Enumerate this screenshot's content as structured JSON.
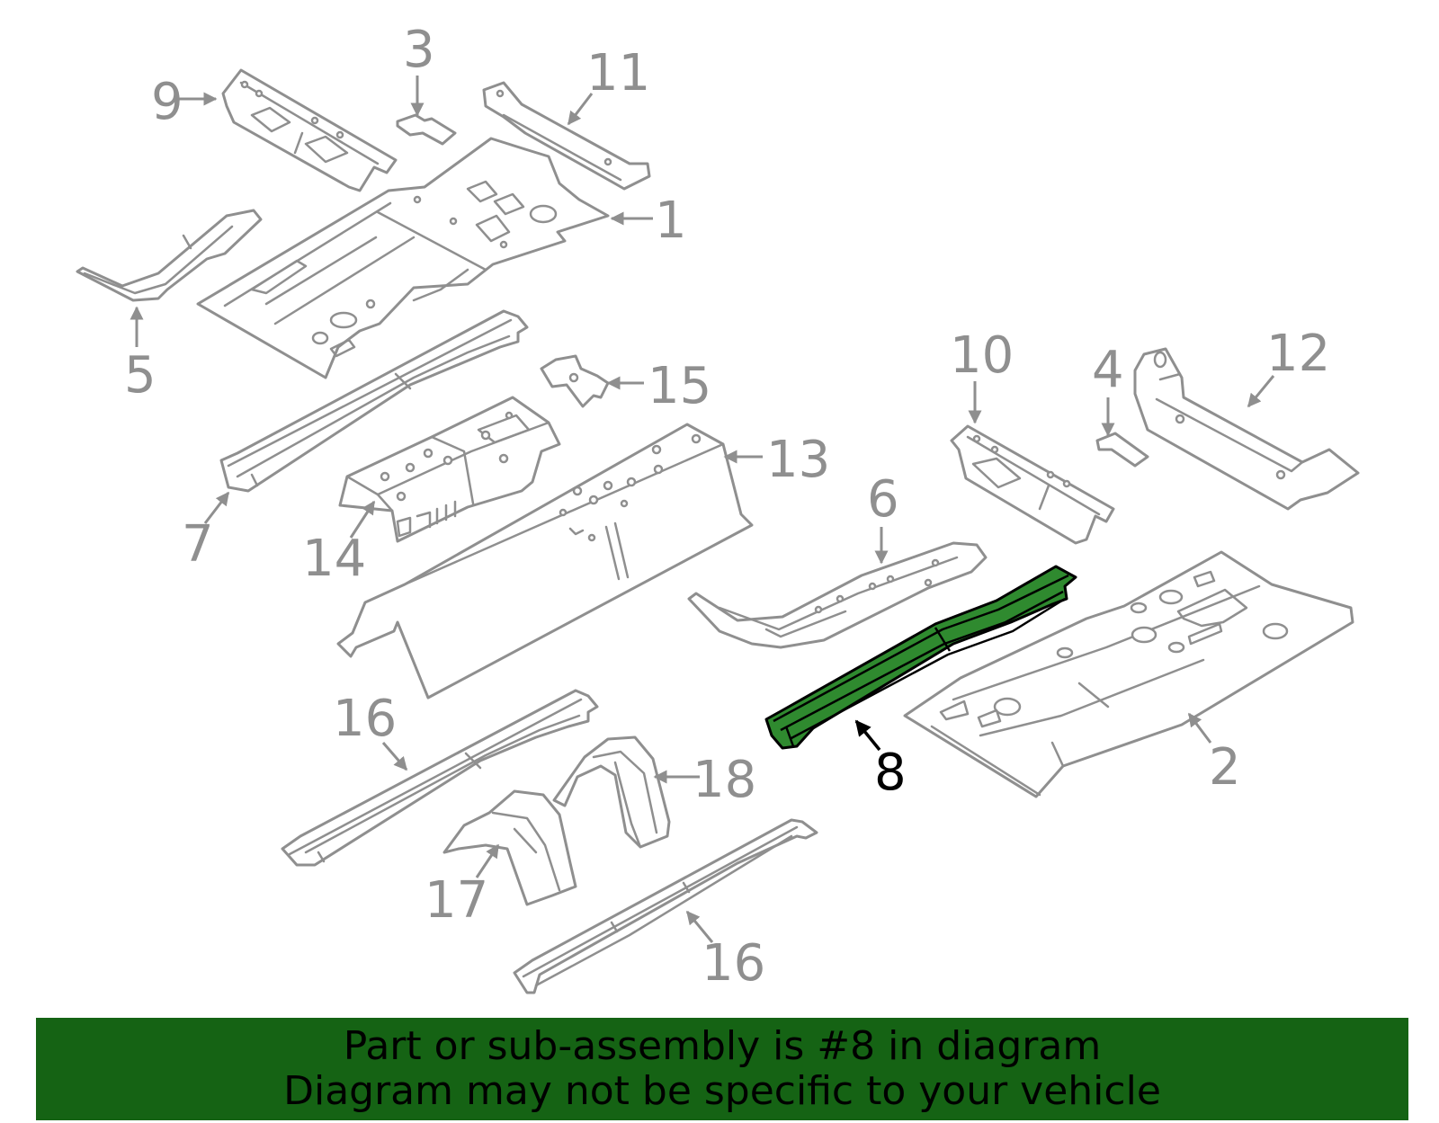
{
  "diagram": {
    "highlight_color": "#2f8a2f",
    "line_color": "#8f8f8f",
    "callouts": {
      "c1": "1",
      "c2": "2",
      "c3": "3",
      "c4": "4",
      "c5": "5",
      "c6": "6",
      "c7": "7",
      "c8": "8",
      "c9": "9",
      "c10": "10",
      "c11": "11",
      "c12": "12",
      "c13": "13",
      "c14": "14",
      "c15": "15",
      "c16a": "16",
      "c16b": "16",
      "c17": "17",
      "c18": "18"
    }
  },
  "banner": {
    "background": "#156314",
    "line1": "Part or sub-assembly is #8 in diagram",
    "line2": "Diagram may not be specific to your vehicle"
  }
}
